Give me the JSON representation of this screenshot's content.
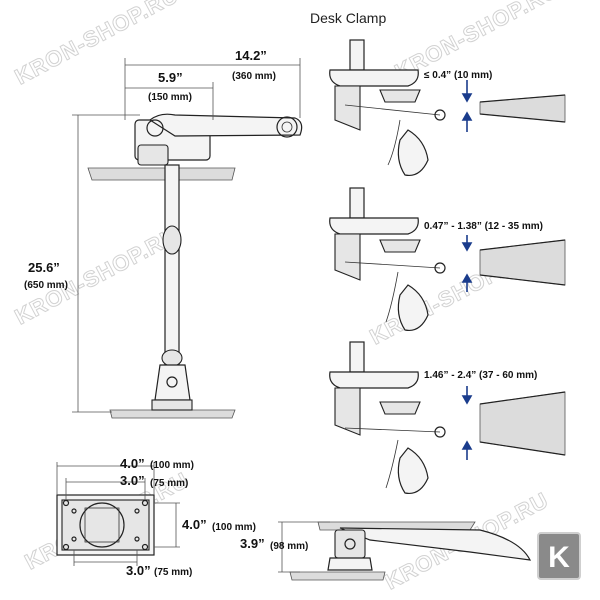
{
  "title": "Desk Clamp",
  "arm_dims": {
    "width_full_in": "14.2”",
    "width_full_mm": "(360 mm)",
    "width_base_in": "5.9”",
    "width_base_mm": "(150 mm)",
    "height_in": "25.6”",
    "height_mm": "(650 mm)"
  },
  "clamp_ranges": [
    {
      "label": "≤ 0.4” (10 mm)"
    },
    {
      "label": "0.47” - 1.38” (12 - 35 mm)"
    },
    {
      "label": "1.46” - 2.4” (37 - 60 mm)"
    }
  ],
  "vesa": {
    "top_outer": "4.0”",
    "top_outer_mm": "(100 mm)",
    "top_inner": "3.0”",
    "top_inner_mm": "(75 mm)",
    "right_outer": "4.0”",
    "right_outer_mm": "(100 mm)",
    "bottom_inner": "3.0”",
    "bottom_inner_mm": "(75 mm)"
  },
  "low_profile": {
    "height_in": "3.9”",
    "height_mm": "(98 mm)"
  },
  "watermark": "KRON-SHOP.RU",
  "logo_letter": "K",
  "colors": {
    "accent": "#1a3c8c",
    "logo_bg": "#8a8a8a"
  }
}
